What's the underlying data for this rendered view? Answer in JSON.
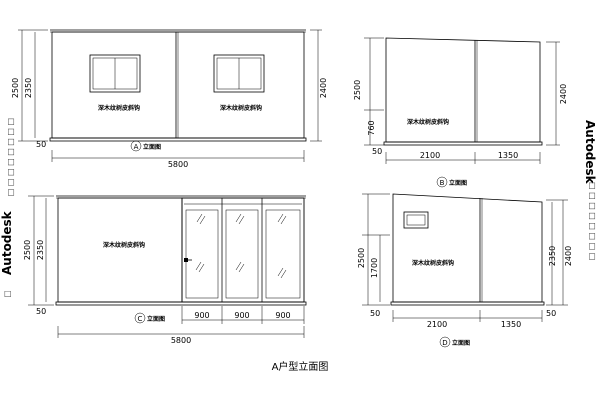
{
  "title": "A户型立面图",
  "watermark": {
    "text": "Autodesk",
    "boxes": "□ □ □ □ □ □ □ □"
  },
  "material_label": "深木纹树皮斜钩",
  "elevations": {
    "a": {
      "mark": "A",
      "caption": "立面图",
      "width": "5800",
      "h_left": "2500",
      "h_left_inner": "2350",
      "h_right": "2400",
      "base": "50"
    },
    "b": {
      "mark": "B",
      "caption": "立面图",
      "w1": "2100",
      "w2": "1350",
      "h_left": "2500",
      "h_right": "2400",
      "low": "760",
      "base": "50"
    },
    "c": {
      "mark": "C",
      "caption": "立面图",
      "width": "5800",
      "h_left": "2500",
      "h_left_inner": "2350",
      "door1": "900",
      "door2": "900",
      "door3": "900",
      "base": "50"
    },
    "d": {
      "mark": "D",
      "caption": "立面图",
      "w1": "2100",
      "w2": "1350",
      "h_left": "2500",
      "h_mid": "1700",
      "h_right1": "2350",
      "h_right2": "2400",
      "base": "50"
    }
  }
}
